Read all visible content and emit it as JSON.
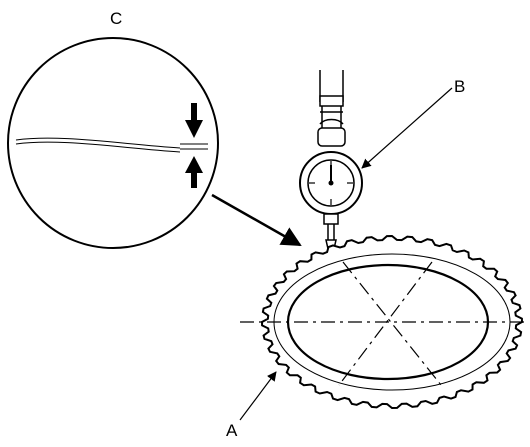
{
  "callouts": {
    "c": "C",
    "b": "B",
    "a": "A"
  }
}
